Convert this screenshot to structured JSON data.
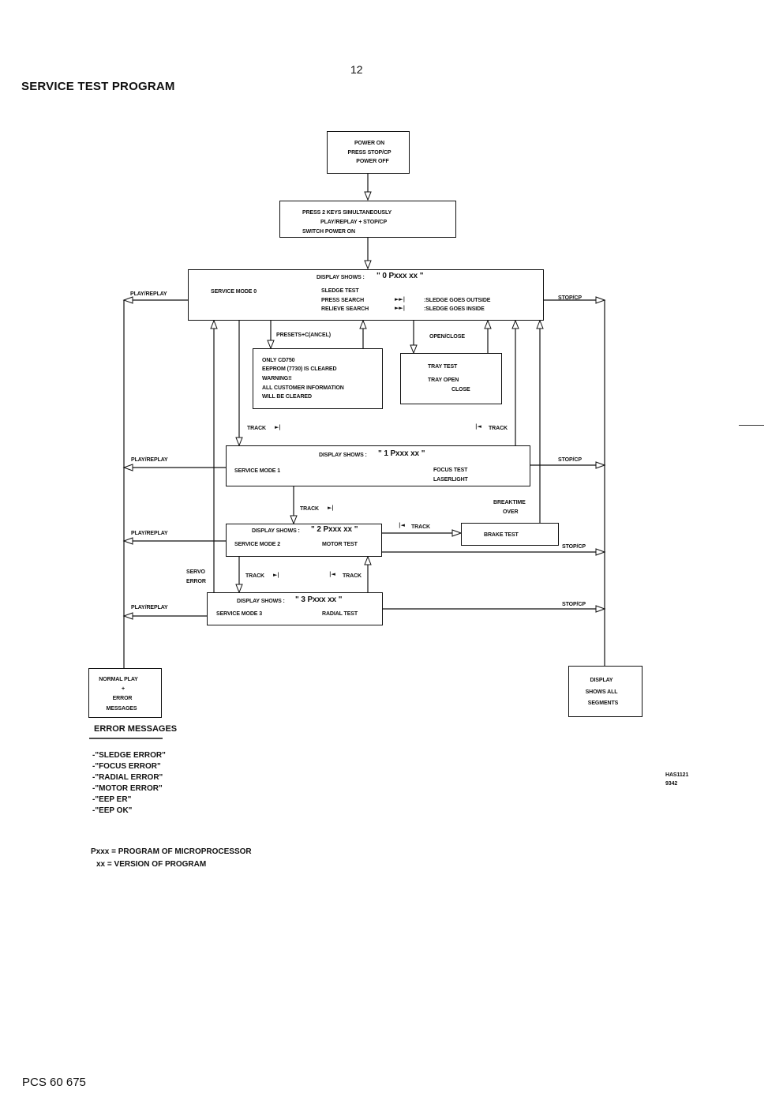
{
  "page": {
    "number": "12",
    "title": "SERVICE TEST PROGRAM",
    "footer": "PCS 60 675",
    "ref_code_1": "HAS1121",
    "ref_code_2": "9342"
  },
  "boxes": {
    "power": {
      "l1": "POWER ON",
      "l2": "PRESS STOP/CP",
      "l3": "POWER OFF"
    },
    "keys": {
      "l1": "PRESS 2 KEYS SIMULTANEOUSLY",
      "l2": "PLAY/REPLAY + STOP/CP",
      "l3": "SWITCH POWER ON"
    },
    "mode0": {
      "display": "DISPLAY SHOWS :",
      "code": "\" 0 Pxxx xx \"",
      "name": "SERVICE MODE 0",
      "t1": "SLEDGE TEST",
      "t2": "PRESS SEARCH",
      "t3": "RELIEVE SEARCH",
      "r2": ":SLEDGE GOES OUTSIDE",
      "r3": ":SLEDGE GOES INSIDE"
    },
    "eeprom": {
      "l1": "ONLY CD750",
      "l2": "EEPROM (7730) IS CLEARED",
      "l3": "WARNING!!",
      "l4": "ALL CUSTOMER INFORMATION",
      "l5": "WILL BE CLEARED"
    },
    "tray": {
      "l1": "TRAY TEST",
      "l2": "TRAY OPEN",
      "l3": "CLOSE"
    },
    "mode1": {
      "display": "DISPLAY SHOWS :",
      "code": "\" 1 Pxxx xx \"",
      "name": "SERVICE MODE 1",
      "t1": "FOCUS TEST",
      "t2": "LASERLIGHT"
    },
    "mode2": {
      "display": "DISPLAY SHOWS :",
      "code": "\" 2 Pxxx xx \"",
      "name": "SERVICE MODE 2",
      "t1": "MOTOR TEST"
    },
    "brake": {
      "l1": "BRAKE TEST"
    },
    "mode3": {
      "display": "DISPLAY SHOWS :",
      "code": "\" 3 Pxxx xx \"",
      "name": "SERVICE MODE 3",
      "t1": "RADIAL TEST"
    },
    "normal": {
      "l1": "NORMAL PLAY",
      "l2": "+",
      "l3": "ERROR",
      "l4": "MESSAGES"
    },
    "segments": {
      "l1": "DISPLAY",
      "l2": "SHOWS ALL",
      "l3": "SEGMENTS"
    }
  },
  "labels": {
    "play_replay": "PLAY/REPLAY",
    "stop_cp": "STOP/CP",
    "presets": "PRESETS+C(ANCEL)",
    "open_close": "OPEN/CLOSE",
    "track": "TRACK",
    "breaktime_1": "BREAKTIME",
    "breaktime_2": "OVER",
    "servo_1": "SERVO",
    "servo_2": "ERROR"
  },
  "errors": {
    "heading": "ERROR MESSAGES",
    "items": [
      "-\"SLEDGE ERROR\"",
      "-\"FOCUS ERROR\"",
      "-\"RADIAL ERROR\"",
      "-\"MOTOR ERROR\"",
      "-\"EEP ER\"",
      "-\"EEP OK\""
    ]
  },
  "legend": {
    "l1": "Pxxx = PROGRAM OF MICROPROCESSOR",
    "l2": "xx = VERSION OF PROGRAM"
  }
}
